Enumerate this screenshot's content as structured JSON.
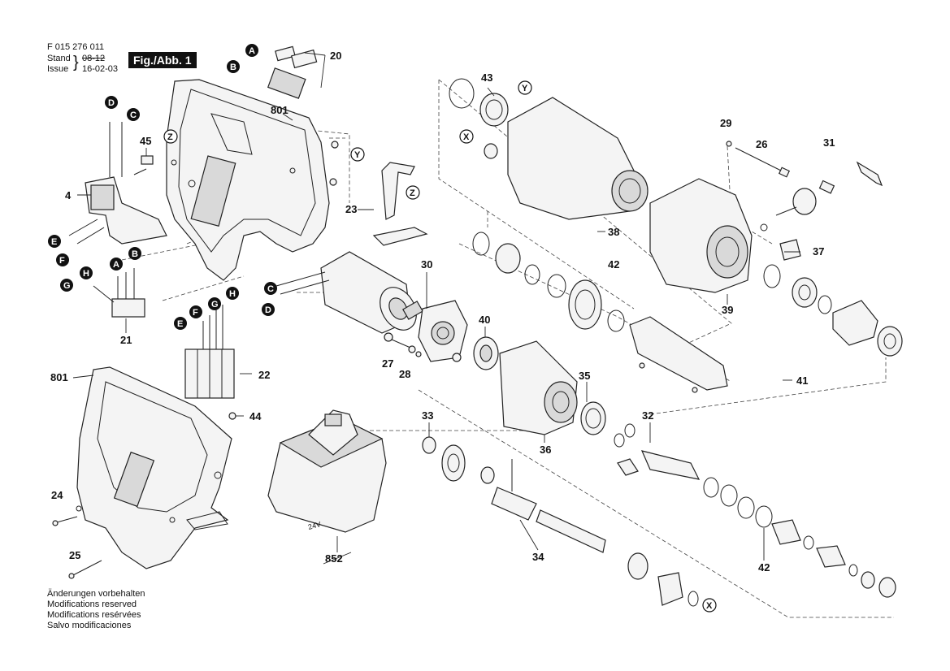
{
  "header": {
    "doc_number": "F 015 276 011",
    "stand_label": "Stand",
    "issue_label": "Issue",
    "stand_date_struck": "08-12",
    "issue_date": "16-02-03",
    "figure_label": "Fig./Abb. 1"
  },
  "notes": [
    "Änderungen vorbehalten",
    "Modifications reserved",
    "Modifications resérvées",
    "Salvo modificaciones"
  ],
  "battery_marking": "24V",
  "part_numbers": [
    "20",
    "801",
    "45",
    "4",
    "21",
    "22",
    "801",
    "44",
    "24",
    "25",
    "852",
    "23",
    "43",
    "38",
    "39",
    "29",
    "26",
    "31",
    "37",
    "30",
    "42",
    "40",
    "27",
    "28",
    "35",
    "36",
    "33",
    "32",
    "34",
    "42",
    "41"
  ],
  "callout_letters": [
    "A",
    "B",
    "D",
    "C",
    "Z",
    "Y",
    "E",
    "F",
    "A",
    "B",
    "H",
    "G",
    "C",
    "D",
    "Z",
    "E",
    "F",
    "G",
    "H",
    "Y",
    "X",
    "X"
  ]
}
